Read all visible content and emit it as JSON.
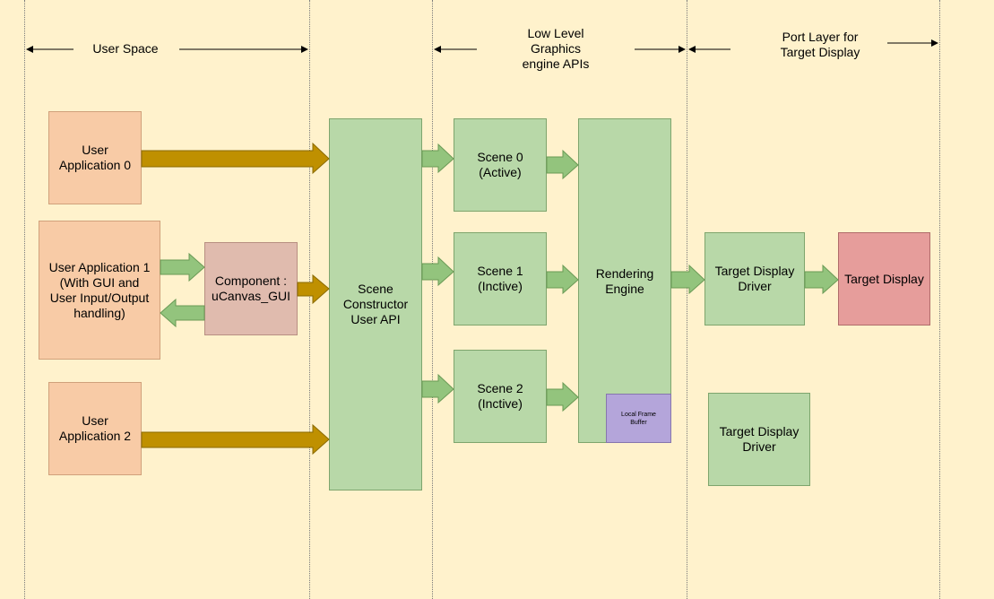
{
  "regions": {
    "user_space": "User Space",
    "graphics_apis": "Low Level\nGraphics\nengine APIs",
    "port_layer": "Port Layer for\nTarget Display"
  },
  "blocks": {
    "user_app_0": "User\nApplication 0",
    "user_app_1": "User Application 1\n(With GUI and\nUser Input/Output\nhandling)",
    "user_app_2": "User\nApplication 2",
    "component": "Component :\nuCanvas_GUI",
    "scene_constructor": "Scene\nConstructor\nUser API",
    "scene_0": "Scene 0\n(Active)",
    "scene_1": "Scene 1\n(Inctive)",
    "scene_2": "Scene 2\n(Inctive)",
    "rendering_engine": "Rendering\nEngine",
    "local_frame_buffer": "Local Frame\nBuffer",
    "target_display_driver": "Target Display\nDriver",
    "target_display": "Target Display",
    "target_display_driver_2": "Target Display\nDriver"
  },
  "colors": {
    "background": "#fff2cc",
    "user_block": "#f8cba6",
    "api_block": "#b8d8a8",
    "component_block": "#e0bbae",
    "display_block": "#e69d9b",
    "frame_buffer_block": "#b4a5da",
    "gold_arrow": "#bf9000",
    "green_arrow": "#93c47d"
  }
}
